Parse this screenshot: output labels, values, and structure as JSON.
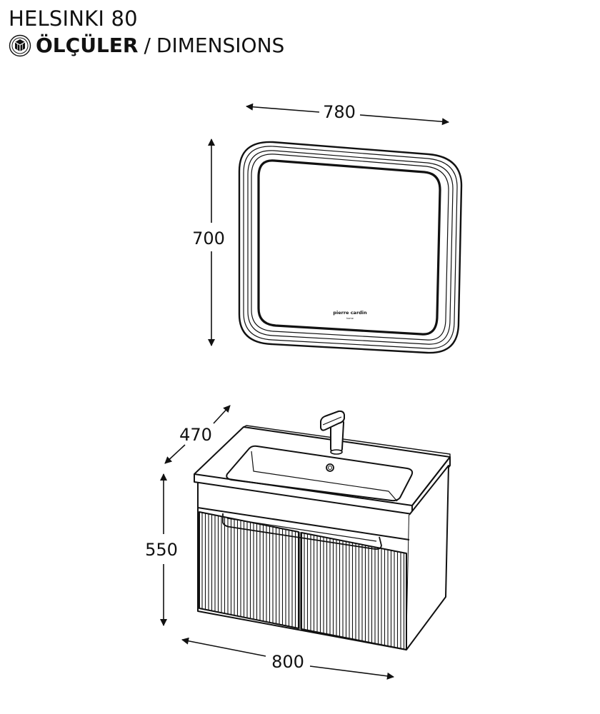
{
  "header": {
    "title": "HELSINKI 80",
    "subtitle_tr": "ÖLÇÜLER",
    "subtitle_separator": "/",
    "subtitle_en": "DIMENSIONS",
    "badge_icon": "dimensions-cube-icon"
  },
  "mirror": {
    "width": "780",
    "height": "700",
    "logo_text": "pierre cardin",
    "logo_subtext": "home"
  },
  "cabinet": {
    "depth": "470",
    "height": "550",
    "width": "800"
  },
  "colors": {
    "line": "#111111",
    "background": "#ffffff"
  }
}
